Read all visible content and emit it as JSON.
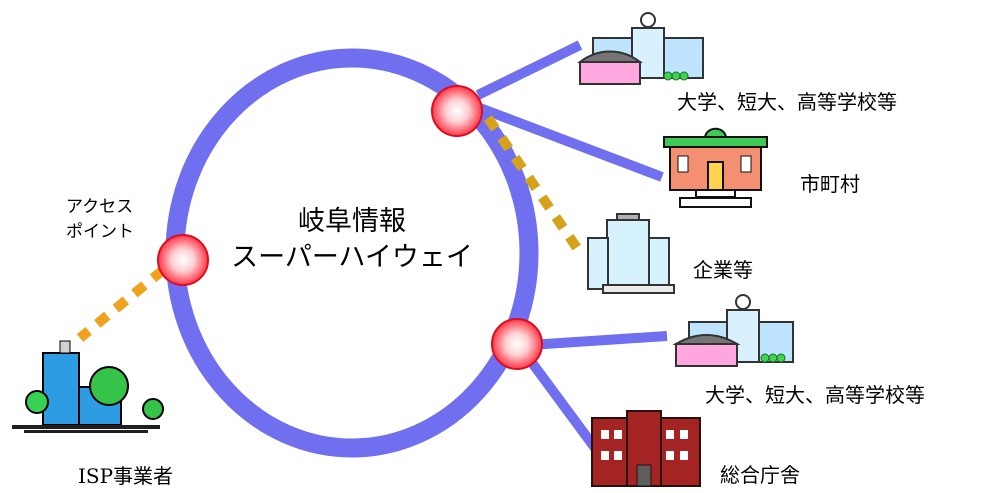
{
  "hub": {
    "line1": "岐阜情報",
    "line2": "スーパーハイウェイ"
  },
  "access_point": {
    "line1": "アクセス",
    "line2": "ポイント"
  },
  "nodes": {
    "university_top": "大学、短大、高等学校等",
    "municipality": "市町村",
    "enterprise": "企業等",
    "university_bottom": "大学、短大、高等学校等",
    "government": "総合庁舎",
    "isp": "ISP事業者"
  },
  "colors": {
    "ring": "#6f6ff0",
    "dashed_link": "#d7a21b",
    "node_ball": "#ff4b55"
  }
}
